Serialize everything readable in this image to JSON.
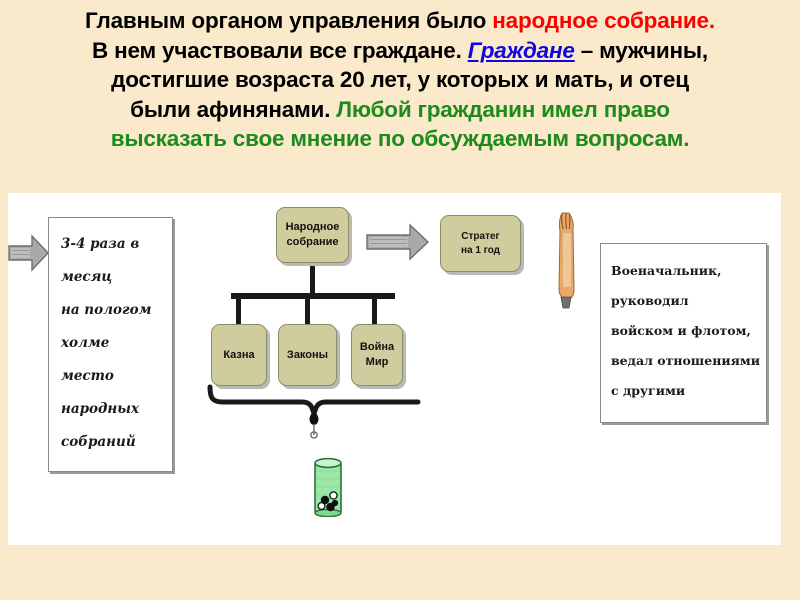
{
  "slide": {
    "background_color": "#faeacb",
    "canvas_color": "#ffffff"
  },
  "header": {
    "colors": {
      "black": "#000000",
      "red": "#ff0000",
      "blue": "#1106e0",
      "green": "#1c8a1c"
    },
    "lines": [
      [
        {
          "text": "Главным органом управления было ",
          "style": "black"
        },
        {
          "text": "народное собрание.",
          "style": "red"
        }
      ],
      [
        {
          "text": "В нем участвовали все граждане. ",
          "style": "black"
        },
        {
          "text": "Граждане",
          "style": "blue"
        },
        {
          "text": " – мужчины,",
          "style": "black"
        }
      ],
      [
        {
          "text": "достигшие возраста 20 лет, у которых и мать, и отец",
          "style": "black"
        }
      ],
      [
        {
          "text": "были афинянами. ",
          "style": "black"
        },
        {
          "text": "Любой гражданин имел право",
          "style": "green"
        }
      ],
      [
        {
          "text": "высказать свое мнение по обсуждаемым вопросам.",
          "style": "green"
        }
      ]
    ]
  },
  "diagram": {
    "left_note": {
      "name": "assembly-schedule-note",
      "lines": [
        "3-4 раза в",
        "месяц",
        "на пологом",
        "холме",
        "место",
        "народных",
        "собраний"
      ]
    },
    "right_note": {
      "name": "strategos-duties-note",
      "lines": [
        "Военачальник,",
        "руководил",
        "войском и флотом,",
        "ведал отношениями",
        "с другими"
      ]
    },
    "nodes": {
      "assembly": {
        "lines": [
          "Народное",
          "собрание"
        ]
      },
      "treasury": {
        "lines": [
          "Казна"
        ]
      },
      "laws": {
        "lines": [
          "Законы"
        ]
      },
      "war_peace": {
        "lines": [
          "Война",
          "Мир"
        ]
      },
      "strategos": {
        "lines": [
          "Стратег",
          "на 1 год"
        ]
      }
    },
    "node_fill_color": "#cfcd9e",
    "urn": {
      "name": "voting-urn",
      "fill_color": "#9ae8a8",
      "pebbles": [
        "black",
        "white",
        "black",
        "white",
        "black"
      ]
    },
    "arrows": [
      {
        "name": "arrow-to-schedule-note"
      },
      {
        "name": "arrow-to-strategos"
      }
    ]
  }
}
